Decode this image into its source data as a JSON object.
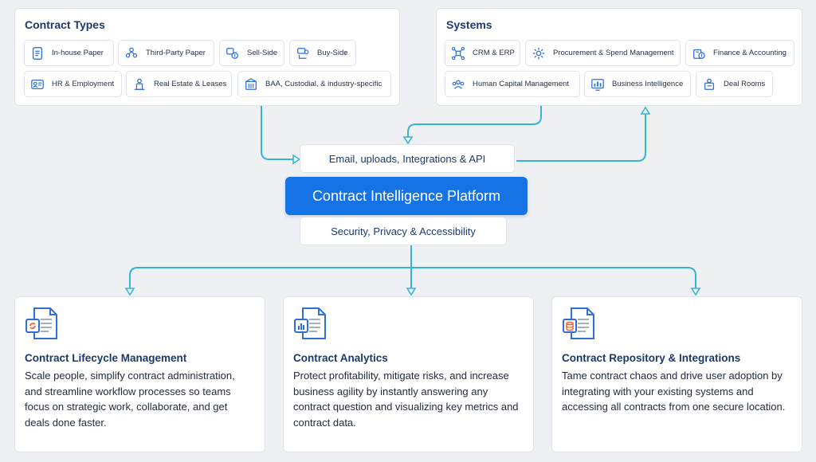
{
  "contract_types": {
    "title": "Contract Types",
    "chips": [
      {
        "label": "In-house Paper",
        "icon": "document-icon"
      },
      {
        "label": "Third-Party Paper",
        "icon": "people-icon"
      },
      {
        "label": "Sell-Side",
        "icon": "sell-icon"
      },
      {
        "label": "Buy-Side",
        "icon": "buy-icon"
      },
      {
        "label": "HR & Employment",
        "icon": "id-card-icon"
      },
      {
        "label": "Real Estate & Leases",
        "icon": "real-estate-icon"
      },
      {
        "label": "BAA, Custodial, & industry-specific",
        "icon": "building-icon"
      }
    ]
  },
  "systems": {
    "title": "Systems",
    "chips": [
      {
        "label": "CRM & ERP",
        "icon": "network-icon"
      },
      {
        "label": "Procurement & Spend Management",
        "icon": "gear-icon"
      },
      {
        "label": "Finance & Accounting",
        "icon": "finance-icon"
      },
      {
        "label": "Human Capital Management",
        "icon": "team-icon"
      },
      {
        "label": "Business Intelligence",
        "icon": "dashboard-icon"
      },
      {
        "label": "Deal Rooms",
        "icon": "handshake-icon"
      }
    ]
  },
  "platform": {
    "inputs_label": "Email, uploads, Integrations & API",
    "name": "Contract Intelligence Platform",
    "foundation_label": "Security, Privacy & Accessibility"
  },
  "cards": [
    {
      "icon": "lifecycle-document-icon",
      "title": "Contract Lifecycle Management",
      "description": "Scale people, simplify contract administration, and streamline workflow processes so teams focus on strategic work, collaborate, and get deals done faster."
    },
    {
      "icon": "analytics-document-icon",
      "title": "Contract Analytics",
      "description": "Protect profitability, mitigate risks, and increase business agility by instantly answering any contract question and visualizing key metrics and contract data."
    },
    {
      "icon": "repository-document-icon",
      "title": "Contract Repository & Integrations",
      "description": "Tame contract chaos and drive user adoption by integrating with your existing systems and accessing all contracts from one secure location."
    }
  ],
  "colors": {
    "accent": "#1573e6",
    "connector": "#35b4d8",
    "title": "#1b3a6b",
    "icon": "#2f6fd6",
    "icon_alt": "#f0643c"
  }
}
